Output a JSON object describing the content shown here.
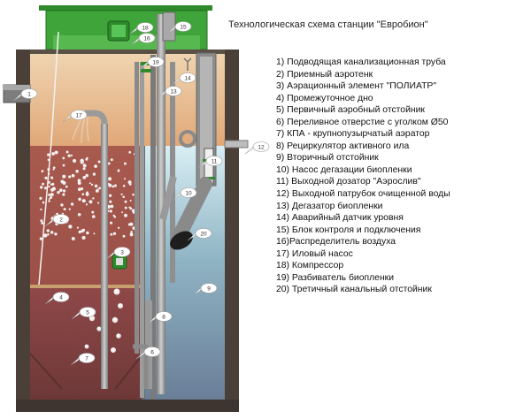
{
  "title": "Технологическая схема станции \"Евробион\"",
  "legend": [
    "1) Подводящая канализационная труба",
    "2) Приемный аэротенк",
    "3) Аэрационный элемент \"ПОЛИАТР\"",
    "4) Промежуточное дно",
    "5) Первичный аэробный отстойник",
    "6) Переливное отверстие с уголком  Ø50",
    "7) КПА - крупнопузырчатый аэратор",
    "8) Рециркулятор активного ила",
    "9) Вторичный отстойник",
    "10) Насос дегазации биопленки",
    "11) Выходной дозатор \"Аэрослив\"",
    "12) Выходной патрубок очищенной воды",
    "13) Дегазатор биопленки",
    "14) Аварийный датчик уровня",
    "15) Блок контроля и подключения",
    "16)Распределитель воздуха",
    "17) Иловый насос",
    "18) Компрессор",
    "19) Разбиватель биопленки",
    "20) Третичный канальный отстойник"
  ],
  "callouts": {
    "c1": "1",
    "c2": "2",
    "c3": "3",
    "c4": "4",
    "c5": "5",
    "c6": "6",
    "c7": "7",
    "c8": "8",
    "c9": "9",
    "c10": "10",
    "c11": "11",
    "c12": "12",
    "c13": "13",
    "c14": "14",
    "c15": "15",
    "c16": "16",
    "c17": "17",
    "c18": "18",
    "c19": "19",
    "c20": "20"
  },
  "colors": {
    "lid": "#3fa53a",
    "lid_dark": "#1f6f1f",
    "tank_wall": "#4a4037",
    "upper_zone": "#e8b888",
    "aeration_zone": "#a0564c",
    "bottom_zone": "#8c4646",
    "clarifier_top": "#cfe6ee",
    "clarifier_bottom": "#7088a0",
    "pipe": "#9a9a9a",
    "bubble": "#ffffff",
    "callout_fill": "#ffffff"
  }
}
